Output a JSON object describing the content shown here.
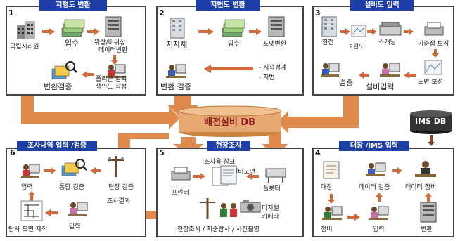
{
  "colors": {
    "arrow": "#e08a4e",
    "title_bg": "#1f3fa8",
    "db_fill": "#e8a873",
    "ims_fill": "#333333"
  },
  "panels": {
    "p1": {
      "num": "1",
      "title": "지형도 변환",
      "labels": {
        "a": "국립지리원",
        "b": "입수",
        "c": "위상/비위상",
        "d": "데이터변환",
        "e": "폴리곤 입력",
        "f": "색인도 작성",
        "g": "변환검증"
      }
    },
    "p2": {
      "num": "2",
      "title": "지번도 변환",
      "labels": {
        "a": "지자체",
        "b": "입수",
        "c": "포맷변환",
        "d": "- 지적경계",
        "e": "- 지번",
        "f": "변환 검증"
      }
    },
    "p3": {
      "num": "3",
      "title": "설비도 입력",
      "labels": {
        "a": "한전",
        "b": "2원도",
        "c": "스캐닝",
        "d": "기준점 보정",
        "e": "도면 보정",
        "f": "설비입력",
        "g": "검증"
      }
    },
    "p4": {
      "num": "4",
      "title": "대장 /IMS 입력",
      "labels": {
        "a": "대장",
        "b": "데이터 검증",
        "c": "데이터 정비",
        "d": "정비",
        "e": "입력",
        "f": "변환"
      }
    },
    "p5": {
      "num": "5",
      "title": "현장조사",
      "labels": {
        "a": "조사용 장표",
        "b": "설비도면",
        "c": "프린터",
        "d": "플롯터",
        "e": "디지털",
        "f": "카메라",
        "g": "현장조사 / 지중탐사 / 사진촬영",
        "h": "조사결과"
      }
    },
    "p6": {
      "num": "6",
      "title": "조사내역 입력 /검증",
      "labels": {
        "a": "입력",
        "b": "통합 검증",
        "c": "현장 검증",
        "d": "입력",
        "e": "탐사 도면 제작"
      }
    }
  },
  "db_main": "배전설비 DB",
  "db_ims": "IMS DB"
}
